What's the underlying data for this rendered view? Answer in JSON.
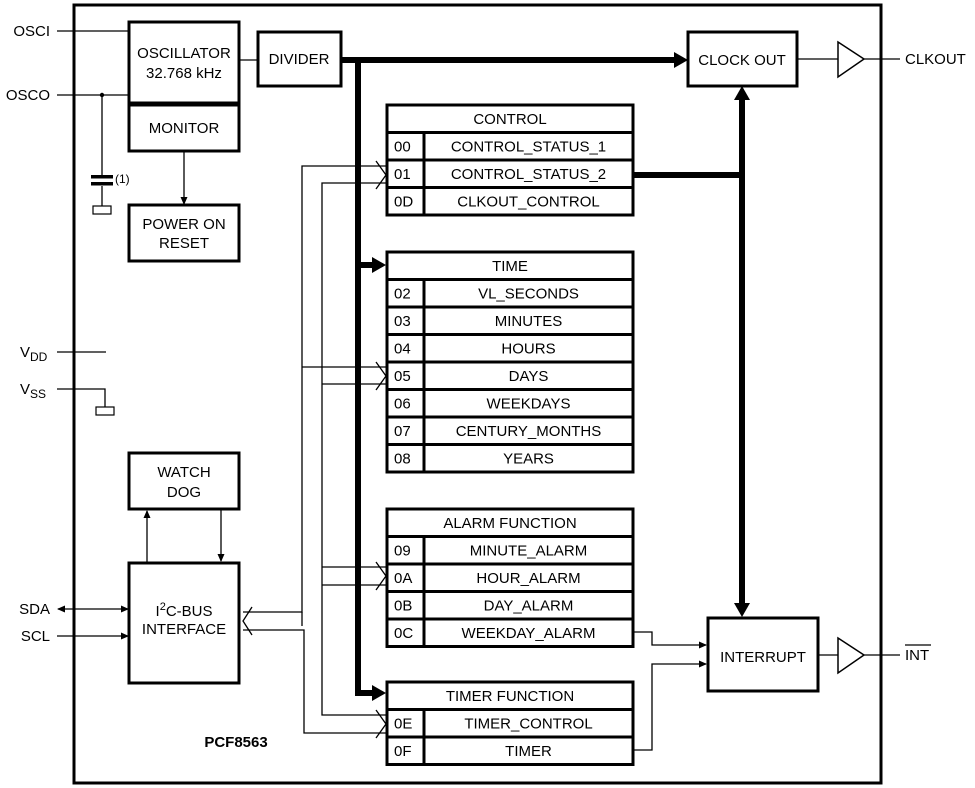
{
  "diagram": {
    "chip_name": "PCF8563",
    "pins": {
      "osci": "OSCI",
      "osco": "OSCO",
      "vdd_main": "V",
      "vdd_sub": "DD",
      "vss_main": "V",
      "vss_sub": "SS",
      "sda": "SDA",
      "scl": "SCL",
      "clkout": "CLKOUT",
      "int": "INT"
    },
    "capacitor_note": "(1)",
    "blocks": {
      "oscillator_line1": "OSCILLATOR",
      "oscillator_line2": "32.768 kHz",
      "divider": "DIVIDER",
      "monitor": "MONITOR",
      "power_on_reset_line1": "POWER ON",
      "power_on_reset_line2": "RESET",
      "watchdog_line1": "WATCH",
      "watchdog_line2": "DOG",
      "i2c_line1_prefix": "I",
      "i2c_line1_sup": "2",
      "i2c_line1_suffix": "C-BUS",
      "i2c_line2": "INTERFACE",
      "clock_out": "CLOCK OUT",
      "interrupt": "INTERRUPT"
    },
    "register_groups": [
      {
        "title": "CONTROL",
        "registers": [
          {
            "addr": "00",
            "name": "CONTROL_STATUS_1"
          },
          {
            "addr": "01",
            "name": "CONTROL_STATUS_2"
          },
          {
            "addr": "0D",
            "name": "CLKOUT_CONTROL"
          }
        ]
      },
      {
        "title": "TIME",
        "registers": [
          {
            "addr": "02",
            "name": "VL_SECONDS"
          },
          {
            "addr": "03",
            "name": "MINUTES"
          },
          {
            "addr": "04",
            "name": "HOURS"
          },
          {
            "addr": "05",
            "name": "DAYS"
          },
          {
            "addr": "06",
            "name": "WEEKDAYS"
          },
          {
            "addr": "07",
            "name": "CENTURY_MONTHS"
          },
          {
            "addr": "08",
            "name": "YEARS"
          }
        ]
      },
      {
        "title": "ALARM FUNCTION",
        "registers": [
          {
            "addr": "09",
            "name": "MINUTE_ALARM"
          },
          {
            "addr": "0A",
            "name": "HOUR_ALARM"
          },
          {
            "addr": "0B",
            "name": "DAY_ALARM"
          },
          {
            "addr": "0C",
            "name": "WEEKDAY_ALARM"
          }
        ]
      },
      {
        "title": "TIMER FUNCTION",
        "registers": [
          {
            "addr": "0E",
            "name": "TIMER_CONTROL"
          },
          {
            "addr": "0F",
            "name": "TIMER"
          }
        ]
      }
    ]
  }
}
